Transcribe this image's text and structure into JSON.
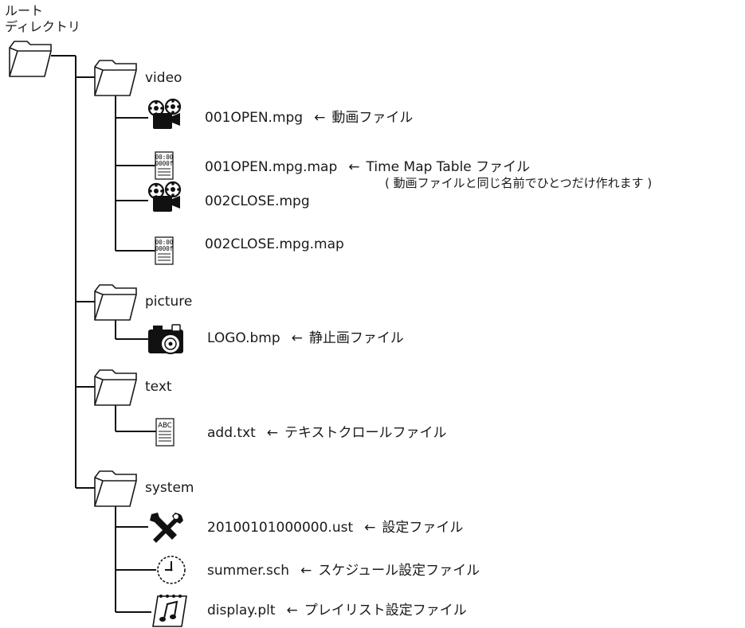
{
  "root": {
    "label_line1": "ルート",
    "label_line2": "ディレクトリ"
  },
  "arrow": "←",
  "folders": {
    "video": "video",
    "picture": "picture",
    "text": "text",
    "system": "system"
  },
  "files": {
    "video_mpg_1": {
      "name": "001OPEN.mpg",
      "desc": "動画ファイル"
    },
    "video_map_1": {
      "name": "001OPEN.mpg.map",
      "desc": "Time Map Table ファイル",
      "note": "( 動画ファイルと同じ名前でひとつだけ作れます )"
    },
    "video_mpg_2": {
      "name": "002CLOSE.mpg"
    },
    "video_map_2": {
      "name": "002CLOSE.mpg.map"
    },
    "logo": {
      "name": "LOGO.bmp",
      "desc": "静止画ファイル"
    },
    "add": {
      "name": "add.txt",
      "desc": "テキストクロールファイル"
    },
    "ust": {
      "name": "20100101000000.ust",
      "desc": "設定ファイル"
    },
    "sch": {
      "name": "summer.sch",
      "desc": "スケジュール設定ファイル"
    },
    "plt": {
      "name": "display.plt",
      "desc": "プレイリスト設定ファイル"
    }
  },
  "icons": {
    "map_icon_line1": "00:00",
    "map_icon_line2": "0000f",
    "txt_icon_label": "ABC"
  },
  "icon_names": [
    "folder-icon",
    "film-camera-icon",
    "map-document-icon",
    "photo-camera-icon",
    "text-document-icon",
    "tools-icon",
    "clock-icon",
    "music-note-icon"
  ]
}
